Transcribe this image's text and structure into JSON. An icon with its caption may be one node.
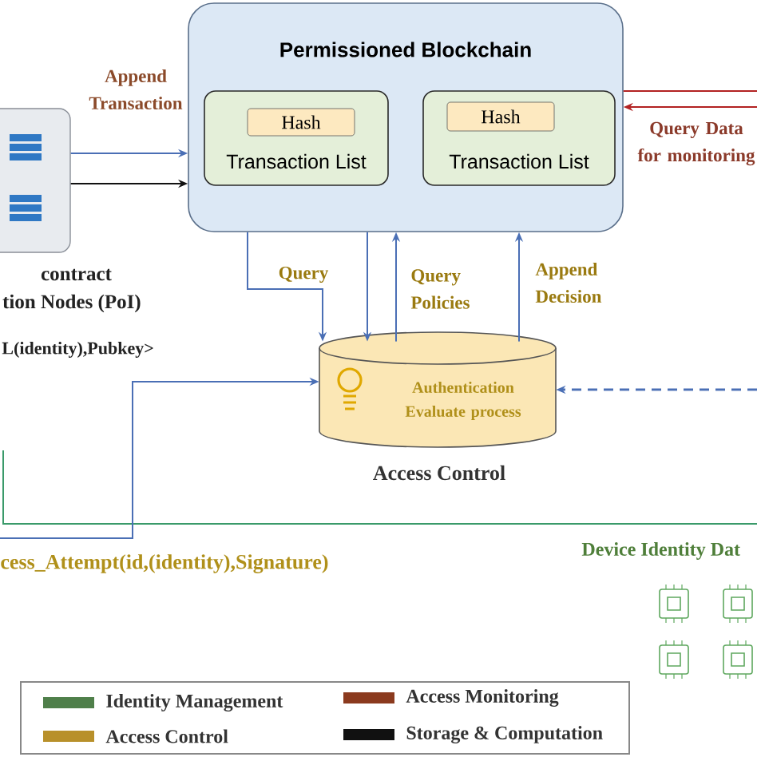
{
  "diagram": {
    "nodes": [
      {
        "text": [
          "Permissioned Blockchain"
        ]
      },
      {
        "text": [
          "Transaction List"
        ],
        "in": 0
      },
      {
        "text": [
          "Hash"
        ],
        "in": 1
      },
      {
        "text": [
          "Transaction List"
        ],
        "in": 0
      },
      {
        "text": [
          "Hash"
        ],
        "in": 3
      },
      {
        "text": [
          "contract",
          "tion Nodes (PoI)"
        ]
      },
      {
        "text": [
          "Authentication Evaluate process"
        ],
        "beside": [
          "Access Control"
        ]
      },
      {
        "text": [
          "Device Identity Dat"
        ]
      }
    ],
    "edges": [
      {
        "from": 5,
        "to": 0,
        "arrow": "to",
        "label": "Append Transaction"
      },
      {
        "from": 5,
        "to": 0,
        "arrow": "to",
        "color": "#111111"
      },
      {
        "from": null,
        "to": 0,
        "arrow": "to",
        "label": "Query Data for monitoring",
        "color": "#b22222"
      },
      {
        "from": 0,
        "to": null,
        "arrow": "none",
        "color": "#b22222"
      },
      {
        "from": 0,
        "to": 6,
        "arrow": "to",
        "label": "Query"
      },
      {
        "from": 0,
        "to": 6,
        "arrow": "to"
      },
      {
        "from": 6,
        "to": 0,
        "arrow": "to",
        "label": "Query Policies"
      },
      {
        "from": 6,
        "to": 0,
        "arrow": "to",
        "label": "Append Decision"
      },
      {
        "from": null,
        "to": 6,
        "arrow": "to"
      },
      {
        "from": null,
        "to": 6,
        "arrow": "to",
        "style": "dashed"
      }
    ],
    "labels": [
      "L(identity),Pubkey>",
      "cess_Attempt(id,(identity),Signature)"
    ],
    "legend": [
      {
        "text": "Identity Management",
        "color": "#4f7f4a"
      },
      {
        "text": "Access Monitoring",
        "color": "#8b3a1e"
      },
      {
        "text": "Access Control",
        "color": "#b8902a"
      },
      {
        "text": "Storage & Computation",
        "color": "#111111"
      }
    ]
  }
}
